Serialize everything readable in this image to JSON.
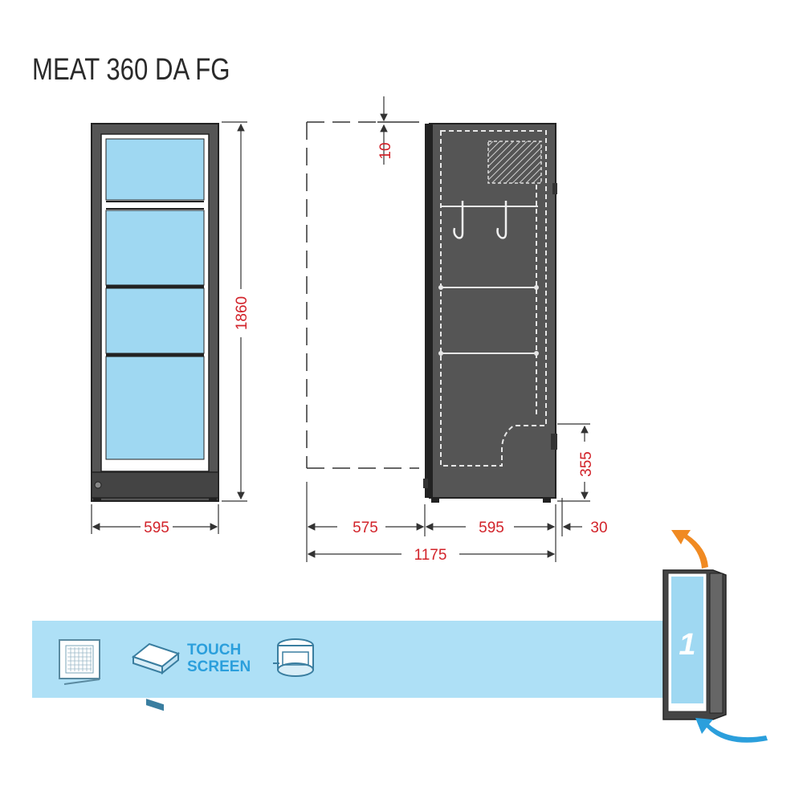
{
  "title": "MEAT 360 DA FG",
  "dims": {
    "front_width": "595",
    "height": "1860",
    "door_open": "575",
    "side_depth": "595",
    "rear_gap": "30",
    "total_depth": "1175",
    "top_gap": "10",
    "compressor_height": "355"
  },
  "features": {
    "touch_line1": "TOUCH",
    "touch_line2": "SCREEN"
  },
  "door_badge": "1",
  "colors": {
    "glass": "#9fd8f2",
    "band": "#aee0f6",
    "cabinet": "#505050",
    "dimension": "#d2232a",
    "accent_blue": "#2b9fdc",
    "arrow_orange": "#f08a22"
  },
  "icons": [
    "grid-panel-icon",
    "touch-screen-controller-icon",
    "compressor-icon",
    "arrow-out-icon",
    "arrow-in-icon"
  ]
}
